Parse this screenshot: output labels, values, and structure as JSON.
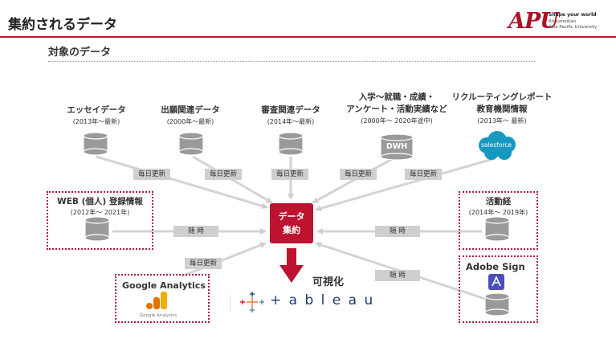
{
  "header": {
    "title": "集約されるデータ",
    "logo": {
      "mark": "APU",
      "tagline": "Shape your world",
      "line1": "Ritsumeikan",
      "line2": "Asia Pacific University"
    }
  },
  "subtitle": "対象のデータ",
  "sources": {
    "essay": {
      "label": "エッセイデータ",
      "period": "(2013年〜最新)"
    },
    "application": {
      "label": "出願関連データ",
      "period": "(2000年〜最新)"
    },
    "review": {
      "label": "審査関連データ",
      "period": "(2014年〜最新)"
    },
    "enrollment": {
      "label1": "入学〜就職・成績・",
      "label2": "アンケート・活動実績など",
      "period": "(2000年〜 2020年途中)",
      "db_text": "DWH"
    },
    "recruit": {
      "label1": "リクルーティングレポート",
      "label2": "教育機関情報",
      "period": "(2013年〜 最新)",
      "logo_text": "salesforce"
    },
    "web": {
      "label": "WEB (個人) 登録情報",
      "period": "(2012年〜 2021年)"
    },
    "activity": {
      "label": "活動経",
      "period": "(2014年〜 2019年)"
    },
    "ga": {
      "label": "Google Analytics",
      "caption": "Google Analytics"
    },
    "adobe": {
      "label": "Adobe Sign"
    }
  },
  "frequency": {
    "daily": "毎日更新",
    "adhoc": "随 時"
  },
  "hub": {
    "line1": "データ",
    "line2": "集約"
  },
  "visualization": {
    "label": "可視化",
    "tool": "+ a b l e a u"
  },
  "colors": {
    "accent": "#bd1330",
    "badge": "#cfcfcf",
    "arrow": "#d4d4d4",
    "db": "#9a9a9a",
    "salesforce": "#1798c1",
    "tableau_blue": "#1f3b6e"
  }
}
